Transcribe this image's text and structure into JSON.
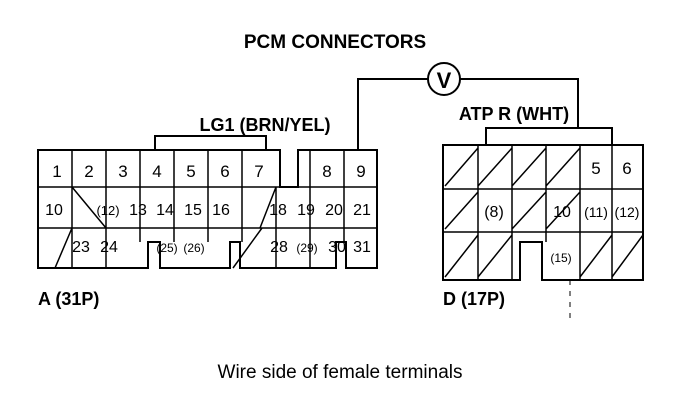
{
  "title": "PCM CONNECTORS",
  "meter_symbol": "V",
  "wire_a_label": "LG1 (BRN/YEL)",
  "wire_d_label": "ATP R (WHT)",
  "connector_a": {
    "name": "A (31P)",
    "row1": [
      "1",
      "2",
      "3",
      "4",
      "5",
      "6",
      "7",
      "",
      "8",
      "9"
    ],
    "row2": [
      "10",
      "",
      "(12)",
      "13",
      "14",
      "15",
      "16",
      "",
      "18",
      "19",
      "20",
      "21"
    ],
    "row3": [
      "",
      "23",
      "24",
      "",
      "(25)",
      "(26)",
      "",
      "",
      "28",
      "(29)",
      "30",
      "31"
    ]
  },
  "connector_d": {
    "name": "D (17P)",
    "row1": [
      "5",
      "6"
    ],
    "row2": [
      "(8)",
      "10",
      "(11)",
      "(12)"
    ],
    "row3": [
      "(15)"
    ]
  },
  "caption": "Wire side of female terminals"
}
